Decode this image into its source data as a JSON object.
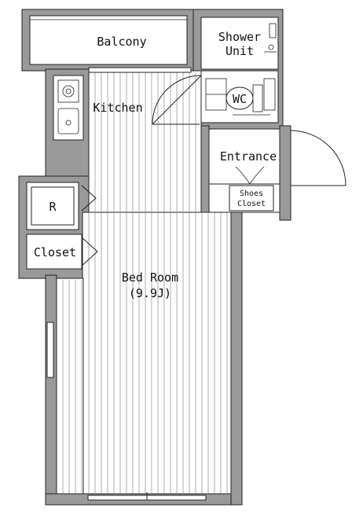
{
  "rooms": {
    "balcony": "Balcony",
    "shower_line1": "Shower",
    "shower_line2": "Unit",
    "wc": "WC",
    "kitchen": "Kitchen",
    "entrance": "Entrance",
    "shoes_line1": "Shoes",
    "shoes_line2": "Closet",
    "fridge": "R",
    "closet": "Closet",
    "bedroom_line1": "Bed Room",
    "bedroom_line2": "(9.9J)"
  },
  "colors": {
    "wall": "#9a9a9a",
    "line": "#222222",
    "floor_line": "#888888"
  }
}
